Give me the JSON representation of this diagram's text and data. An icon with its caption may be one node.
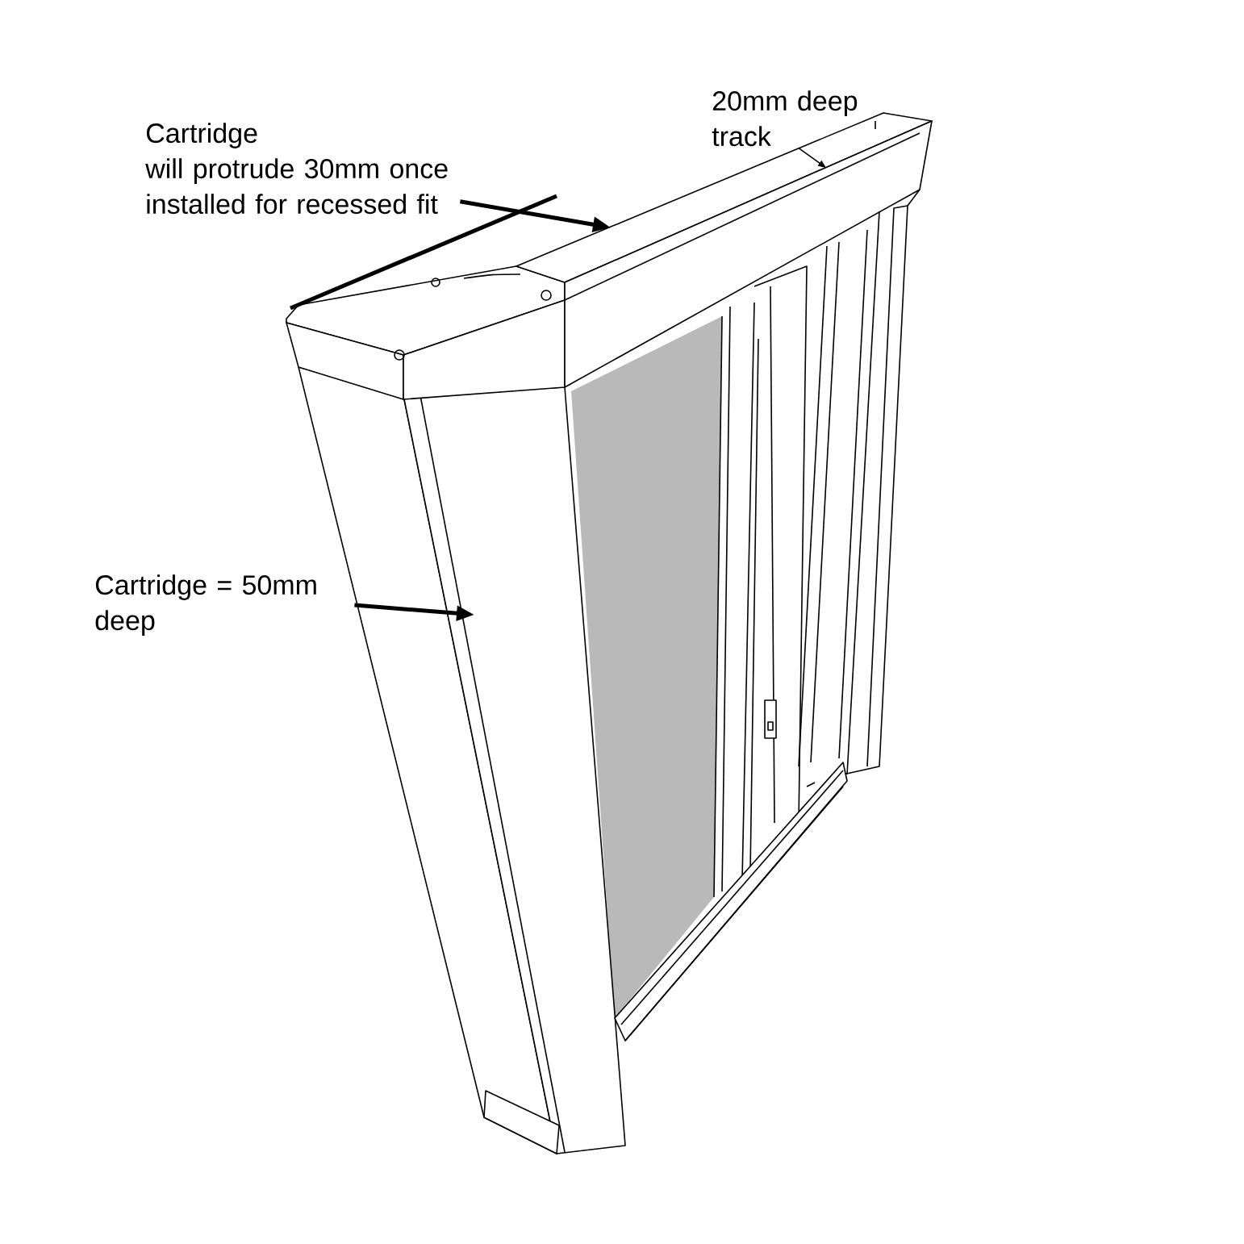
{
  "diagram": {
    "nodes": [
      {
        "text": [
          "Cartridge",
          "will protrude 30mm once installed for recessed fit"
        ]
      },
      {
        "text": [
          "20mm deep track"
        ]
      },
      {
        "text": [
          "Cartridge = 50mm deep"
        ]
      }
    ],
    "edges": [
      {
        "from": 0,
        "to": null,
        "arrow": "to"
      },
      {
        "from": 1,
        "to": null,
        "arrow": "to"
      },
      {
        "from": 2,
        "to": null,
        "arrow": "to"
      }
    ]
  }
}
